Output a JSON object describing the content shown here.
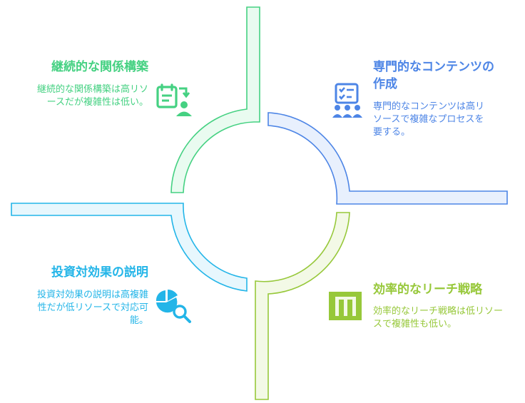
{
  "quadrants": [
    {
      "title": "継続的な関係構築",
      "description": "継続的な関係構築は高リソースだが複雑性は低い。",
      "color": "#45d182",
      "icon": "checklist-person-icon"
    },
    {
      "title": "専門的なコンテンツの作成",
      "description": "専門的なコンテンツは高リソースで複雑なプロセスを要する。",
      "color": "#4d85e6",
      "icon": "clipboard-team-icon"
    },
    {
      "title": "投資対効果の説明",
      "description": "投資対効果の説明は高複雑性だが低リソースで対応可能。",
      "color": "#23b5e8",
      "icon": "pie-chart-magnifier-icon"
    },
    {
      "title": "効率的なリーチ戦略",
      "description": "効率的なリーチ戦略は低リソースで複雑性も低い。",
      "color": "#97c83a",
      "icon": "building-columns-icon"
    }
  ]
}
